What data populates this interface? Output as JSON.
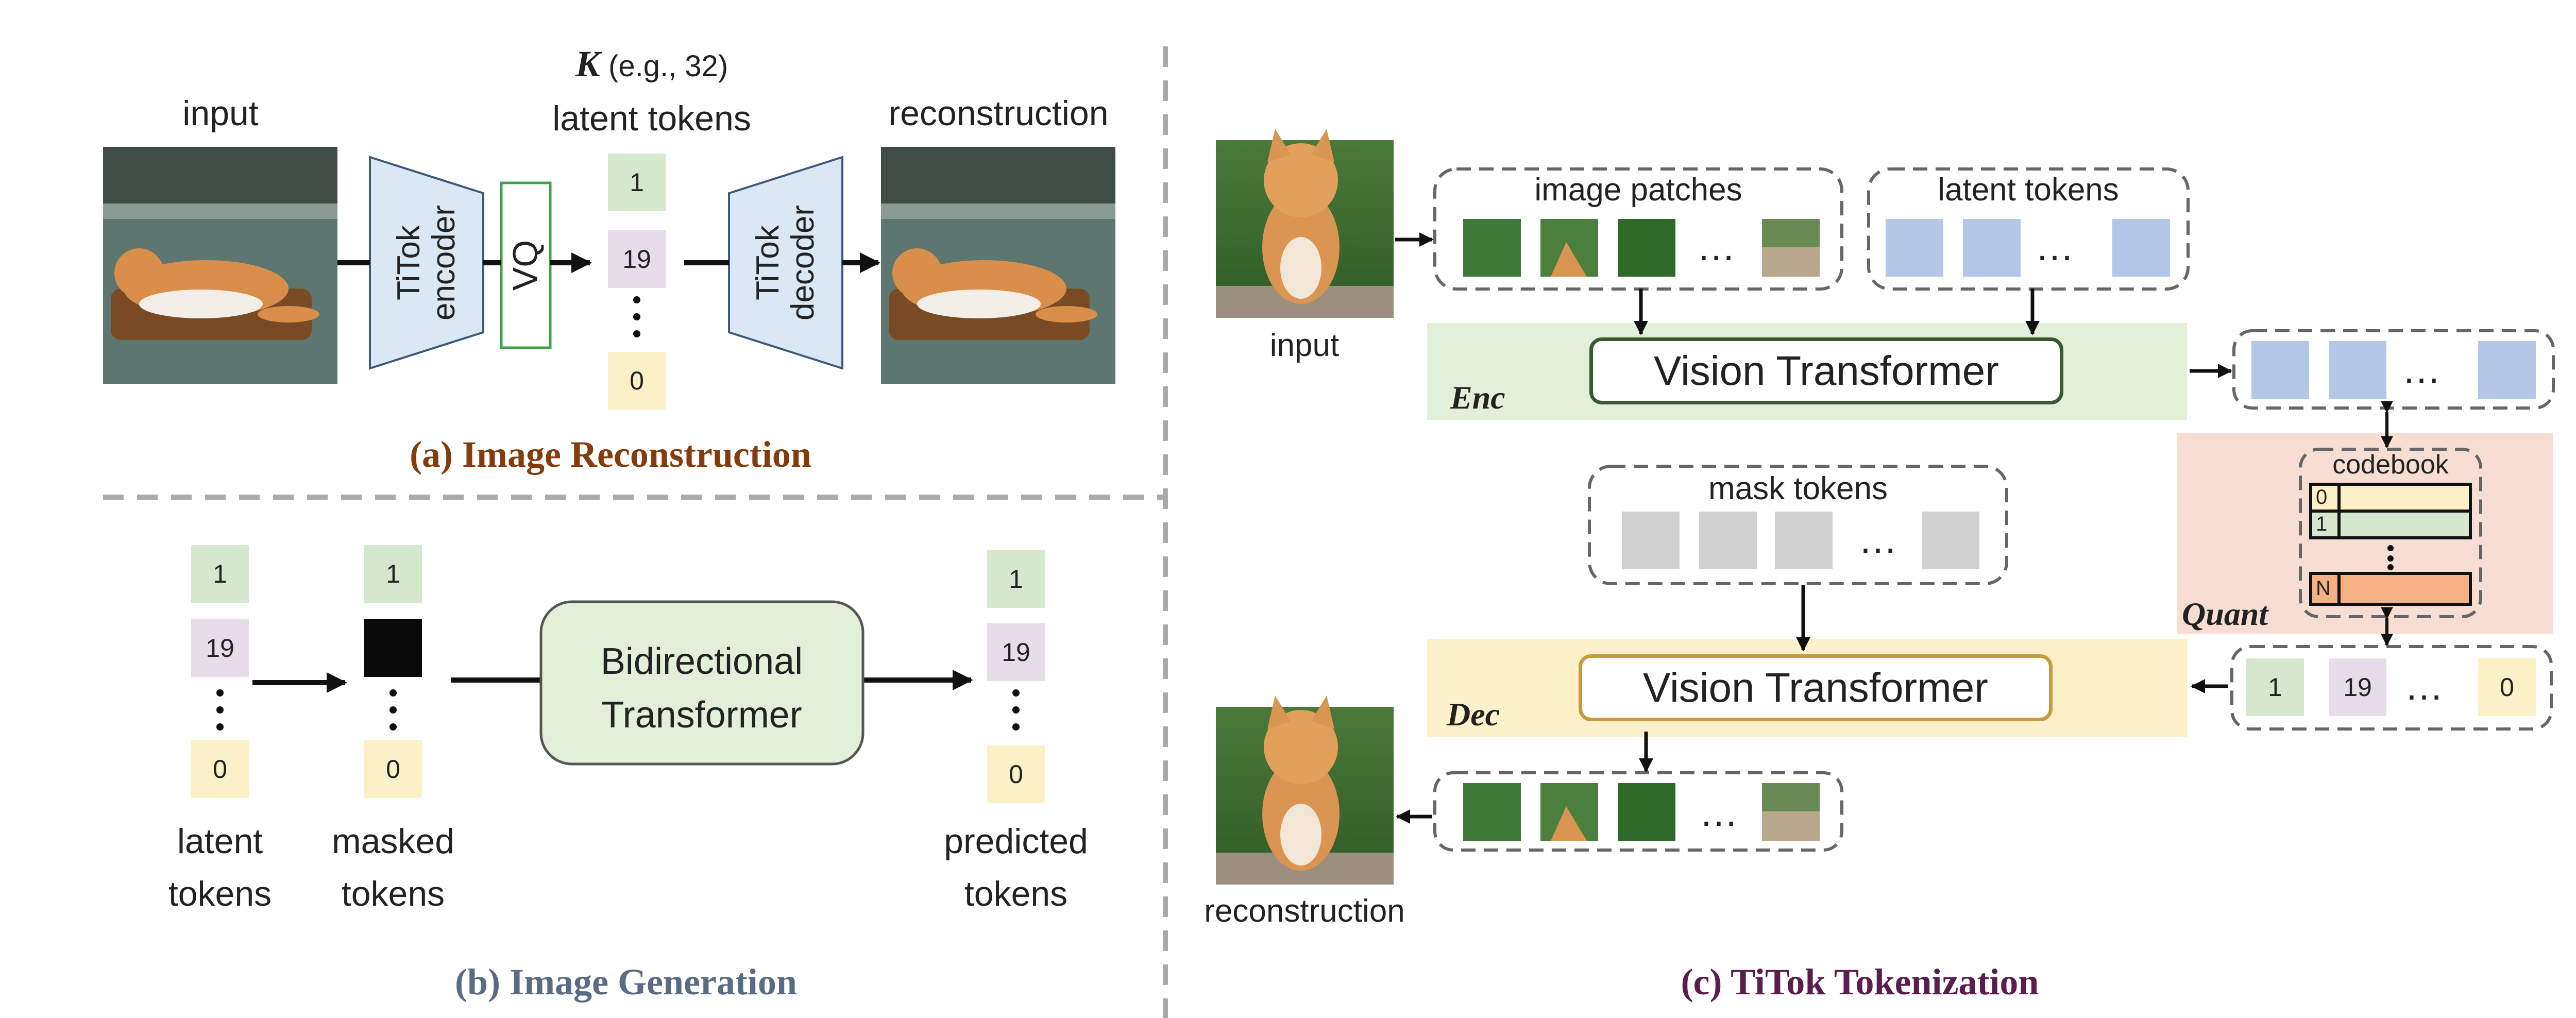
{
  "panel_a": {
    "caption": "(a) Image Reconstruction",
    "input_label": "input",
    "encoder_line1": "TiTok",
    "encoder_line2": "encoder",
    "vq_label": "VQ",
    "k_symbol": "K",
    "k_note": "(e.g., 32)",
    "latent_label": "latent tokens",
    "tokens": [
      "1",
      "19",
      "0"
    ],
    "decoder_line1": "TiTok",
    "decoder_line2": "decoder",
    "output_label": "reconstruction"
  },
  "panel_b": {
    "caption": "(b) Image Generation",
    "latent_tokens": [
      "1",
      "19",
      "0"
    ],
    "masked_tokens": [
      "1",
      "0"
    ],
    "predicted_tokens": [
      "1",
      "19",
      "0"
    ],
    "transformer_line1": "Bidirectional",
    "transformer_line2": "Transformer",
    "latent_label_1": "latent",
    "latent_label_2": "tokens",
    "masked_label_1": "masked",
    "masked_label_2": "tokens",
    "predicted_label_1": "predicted",
    "predicted_label_2": "tokens"
  },
  "panel_c": {
    "caption": "(c) TiTok Tokenization",
    "input_label": "input",
    "image_patches_label": "image patches",
    "latent_tokens_label": "latent tokens",
    "enc_label": "Enc",
    "enc_transformer": "Vision Transformer",
    "codebook_label": "codebook",
    "codebook_rows": [
      "0",
      "1",
      "N"
    ],
    "quant_label": "Quant",
    "mask_tokens_label": "mask tokens",
    "dec_label": "Dec",
    "dec_transformer": "Vision Transformer",
    "quant_tokens": [
      "1",
      "19",
      "0"
    ],
    "output_label": "reconstruction",
    "ellipsis": "…"
  },
  "colors": {
    "token_green": "#d5e8cd",
    "token_purple": "#e6dcea",
    "token_yellow": "#fcf0c6",
    "token_blue": "#b4c7e7",
    "enc_band": "#e2efd9",
    "dec_band": "#fdf1cc",
    "quant_band": "#f8ddd2",
    "caption_a": "#843c0c",
    "caption_b": "#5a6b85",
    "caption_c": "#5b1d4d"
  }
}
